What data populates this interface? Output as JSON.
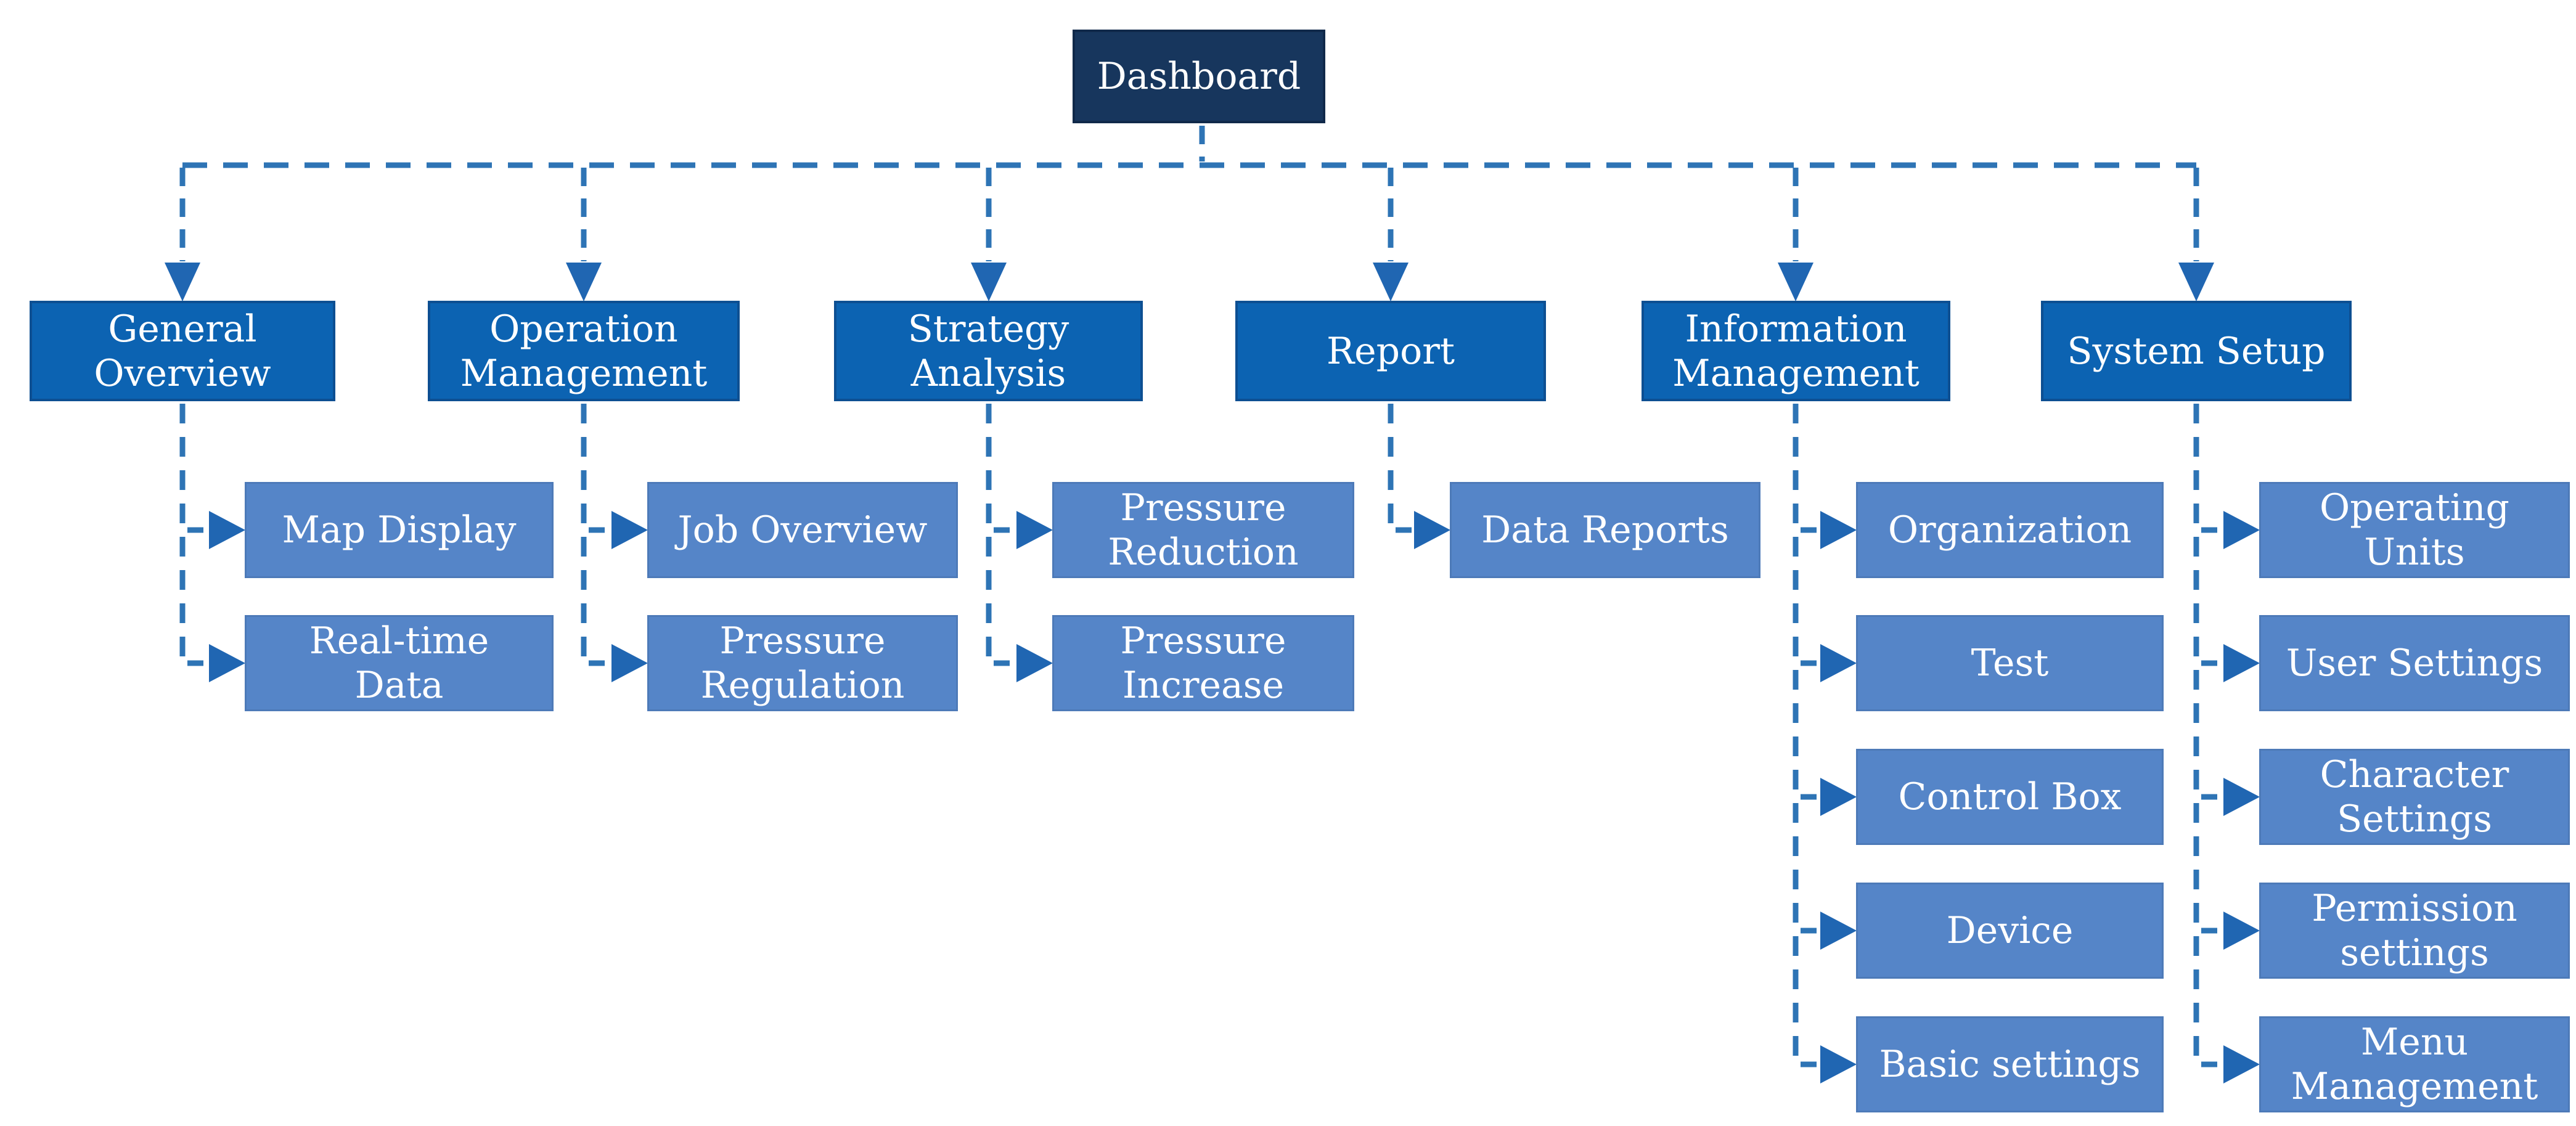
{
  "diagram": {
    "root": {
      "label": "Dashboard"
    },
    "branches": [
      {
        "label": "General\nOverview",
        "children": [
          {
            "label": "Map Display"
          },
          {
            "label": "Real-time\nData"
          }
        ]
      },
      {
        "label": "Operation\nManagement",
        "children": [
          {
            "label": "Job Overview"
          },
          {
            "label": "Pressure\nRegulation"
          }
        ]
      },
      {
        "label": "Strategy\nAnalysis",
        "children": [
          {
            "label": "Pressure\nReduction"
          },
          {
            "label": "Pressure\nIncrease"
          }
        ]
      },
      {
        "label": "Report",
        "children": [
          {
            "label": "Data Reports"
          }
        ]
      },
      {
        "label": "Information\nManagement",
        "children": [
          {
            "label": "Organization"
          },
          {
            "label": "Test"
          },
          {
            "label": "Control Box"
          },
          {
            "label": "Device"
          },
          {
            "label": "Basic settings"
          }
        ]
      },
      {
        "label": "System Setup",
        "children": [
          {
            "label": "Operating\nUnits"
          },
          {
            "label": "User Settings"
          },
          {
            "label": "Character\nSettings"
          },
          {
            "label": "Permission\nsettings"
          },
          {
            "label": "Menu\nManagement"
          }
        ]
      }
    ],
    "icons": {
      "branch_arrow": "arrow-down-triangle",
      "child_arrow": "arrow-right-triangle"
    },
    "colors": {
      "root_fill": "#17365D",
      "level1_fill": "#0C63B2",
      "level2_fill": "#5585C8",
      "connector": "#2E74B5",
      "arrow": "#2066B2",
      "text": "#FFFFFF"
    }
  }
}
